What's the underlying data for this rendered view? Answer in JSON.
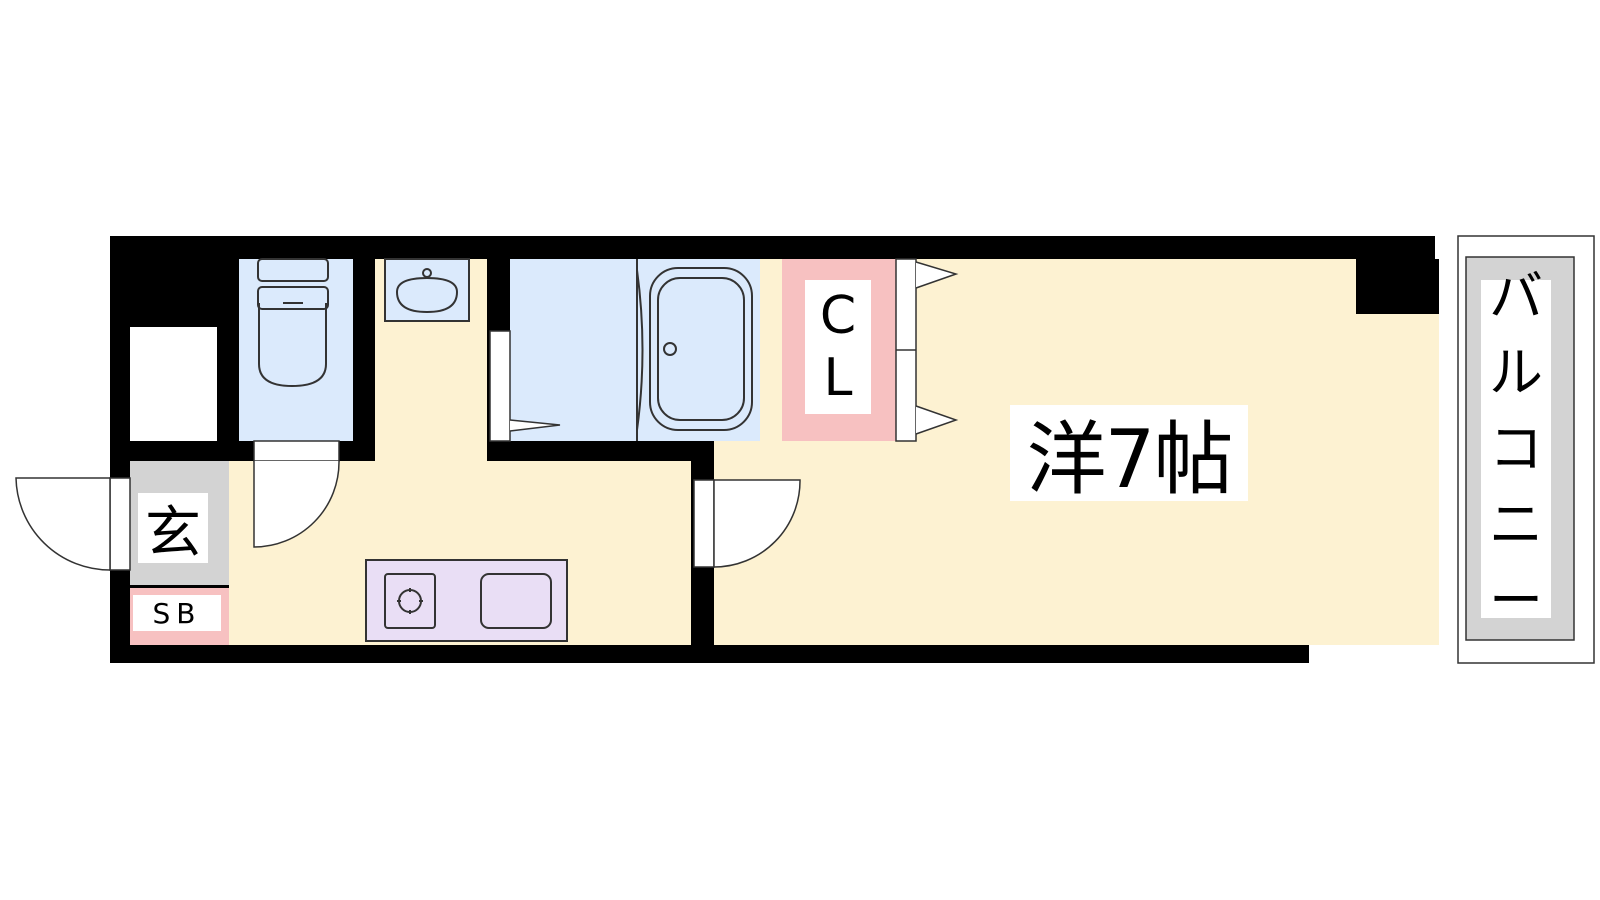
{
  "rooms": {
    "western_room": "洋7帖",
    "closet": [
      "C",
      "L"
    ],
    "entrance": "玄",
    "shoe_box": "SB",
    "balcony": [
      "バ",
      "ル",
      "コ",
      "ニ",
      "ー"
    ]
  },
  "colors": {
    "wall": "#000000",
    "floor": "#fdf2d2",
    "wet_area": "#dbeafc",
    "closet": "#f7c1c1",
    "kitchen": "#e9def5",
    "entrance": "#d3d3d3",
    "balcony": "#d3d3d3"
  },
  "icons": [
    "toilet-icon",
    "washbasin-icon",
    "bathtub-icon",
    "stove-icon",
    "sink-icon",
    "door-swing-icon"
  ]
}
